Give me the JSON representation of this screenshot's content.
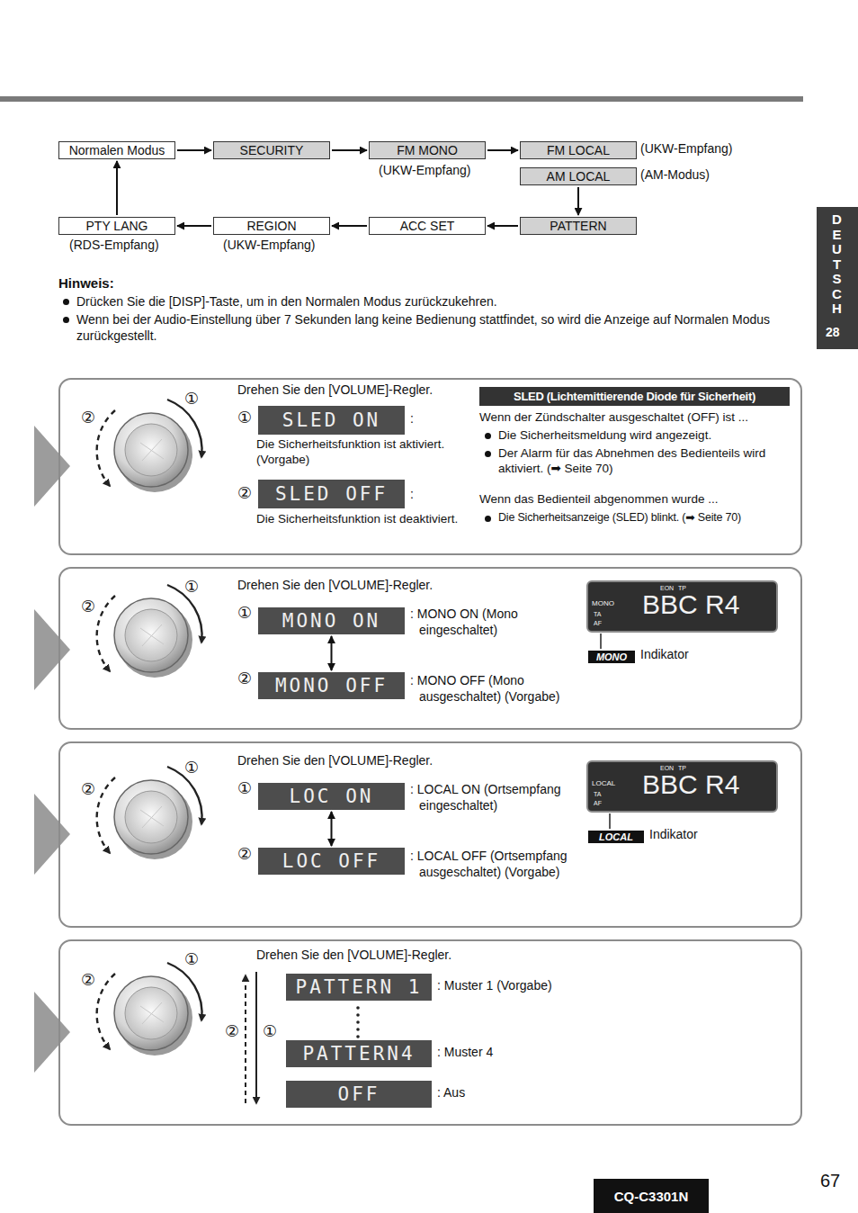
{
  "diagram": {
    "nodes": [
      {
        "text": [
          "Normalen Modus"
        ]
      },
      {
        "text": [
          "SECURITY"
        ]
      },
      {
        "text": [
          "FM MONO"
        ]
      },
      {
        "text": [
          "FM LOCAL"
        ]
      },
      {
        "text": [
          "AM LOCAL"
        ]
      },
      {
        "text": [
          "PATTERN"
        ]
      },
      {
        "text": [
          "ACC SET"
        ]
      },
      {
        "text": [
          "REGION"
        ]
      },
      {
        "text": [
          "PTY LANG"
        ]
      },
      {
        "text": [
          "Drehen Sie den [VOLUME]-Regler."
        ]
      },
      {
        "text": [
          "SLED ON"
        ],
        "in": 9
      },
      {
        "text": [
          "SLED OFF"
        ],
        "in": 9
      },
      {
        "text": [
          "SLED (Lichtemittierende Diode für Sicherheit)"
        ],
        "in": 9
      },
      {
        "text": [
          "Drehen Sie den [VOLUME]-Regler."
        ]
      },
      {
        "text": [
          "MONO ON"
        ],
        "in": 13
      },
      {
        "text": [
          "MONO OFF"
        ],
        "in": 13
      },
      {
        "text": [
          "EON",
          "TP",
          "MONO",
          "TA",
          "AF",
          "BBC R4"
        ],
        "in": 13
      },
      {
        "text": [
          "MONO"
        ],
        "in": 13
      },
      {
        "text": [
          "Drehen Sie den [VOLUME]-Regler."
        ]
      },
      {
        "text": [
          "LOC ON"
        ],
        "in": 18
      },
      {
        "text": [
          "LOC OFF"
        ],
        "in": 18
      },
      {
        "text": [
          "EON",
          "TP",
          "LOCAL",
          "TA",
          "AF",
          "BBC R4"
        ],
        "in": 18
      },
      {
        "text": [
          "LOCAL"
        ],
        "in": 18
      },
      {
        "text": [
          "Drehen Sie den [VOLUME]-Regler."
        ]
      },
      {
        "text": [
          "PATTERN 1"
        ],
        "in": 23
      },
      {
        "text": [
          "PATTERN4"
        ],
        "in": 23
      },
      {
        "text": [
          "OFF"
        ],
        "in": 23
      },
      {
        "text": [
          "DEUTSCH",
          "28"
        ]
      },
      {
        "text": [
          "CQ-C3301N"
        ]
      }
    ],
    "edges": [
      {
        "from": 0,
        "to": 1,
        "arrow": "to"
      },
      {
        "from": 1,
        "to": 2,
        "arrow": "to"
      },
      {
        "from": 2,
        "to": 3,
        "arrow": "to"
      },
      {
        "from": 4,
        "to": 5,
        "arrow": "to"
      },
      {
        "from": 5,
        "to": 6,
        "arrow": "to"
      },
      {
        "from": 6,
        "to": 7,
        "arrow": "to"
      },
      {
        "from": 7,
        "to": 8,
        "arrow": "to"
      },
      {
        "from": 8,
        "to": 0,
        "arrow": "to"
      },
      {
        "from": 14,
        "to": 15,
        "arrow": "both"
      },
      {
        "from": 19,
        "to": 20,
        "arrow": "both"
      }
    ],
    "labels": [
      "(UKW-Empfang)",
      "(UKW-Empfang)",
      "(AM-Modus)",
      "(RDS-Empfang)",
      "(UKW-Empfang)",
      "Hinweis:",
      "Drücken Sie die [DISP]-Taste, um in den Normalen Modus zurückzukehren.",
      "Wenn bei der Audio-Einstellung über 7 Sekunden lang keine Bedienung stattfindet, so wird die Anzeige auf Normalen Modus zurückgestellt.",
      "①",
      "②",
      "①",
      ":",
      "Die Sicherheitsfunktion ist aktiviert. (Vorgabe)",
      "②",
      ":",
      "Die Sicherheitsfunktion ist deaktiviert.",
      "Wenn der Zündschalter ausgeschaltet (OFF) ist ...",
      "Die Sicherheitsmeldung wird angezeigt.",
      "Der Alarm für das Abnehmen des Bedienteils wird aktiviert. (➡ Seite 70)",
      "Wenn das Bedienteil abgenommen wurde ...",
      "Die Sicherheitsanzeige (SLED) blinkt. (➡ Seite 70)",
      "①",
      "②",
      "①",
      ": MONO ON (Mono eingeschaltet)",
      "②",
      ": MONO OFF (Mono ausgeschaltet) (Vorgabe)",
      "Indikator",
      "①",
      "②",
      "①",
      ": LOCAL ON (Ortsempfang eingeschaltet)",
      "②",
      ": LOCAL OFF (Ortsempfang ausgeschaltet) (Vorgabe)",
      "Indikator",
      "①",
      "②",
      ": Muster 1 (Vorgabe)",
      "②",
      "①",
      ": Muster 4",
      ": Aus",
      "67"
    ]
  }
}
